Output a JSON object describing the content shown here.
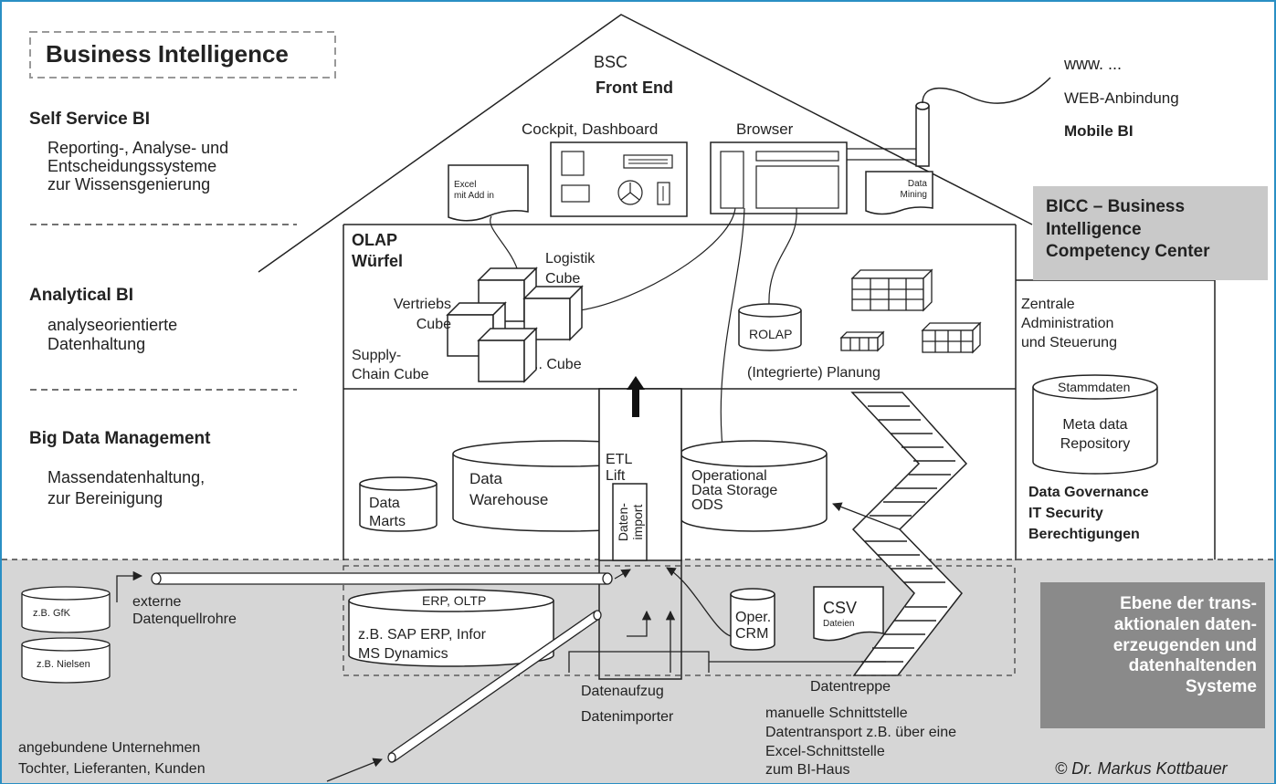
{
  "title": "Business Intelligence",
  "left": {
    "self_service": {
      "heading": "Self Service BI",
      "desc": "Reporting-, Analyse- und\nEntscheidungssysteme\nzur Wissensgenierung"
    },
    "analytical": {
      "heading": "Analytical BI",
      "desc": "analyseorientierte\nDatenhaltung"
    },
    "big_data": {
      "heading": "Big Data Management",
      "desc": "Massendatenhaltung,\nzur Bereinigung"
    }
  },
  "roof": {
    "bsc": "BSC",
    "front_end": "Front End",
    "cockpit": "Cockpit, Dashboard",
    "browser": "Browser",
    "excel": "Excel\nmit Add in",
    "data_mining": "Data\nMining"
  },
  "web": {
    "www": "www. ...",
    "anbindung": "WEB-Anbindung",
    "mobile": "Mobile BI"
  },
  "bicc": {
    "title": "BICC – Business\nIntelligence\nCompetency Center",
    "admin": "Zentrale\nAdministration\nund Steuerung",
    "stammdaten": "Stammdaten",
    "meta": "Meta data\nRepository",
    "governance": "Data Governance\nIT Security\nBerechtigungen"
  },
  "olap": {
    "title": "OLAP\nWürfel",
    "logistik": "Logistik\nCube",
    "vertriebs": "Vertriebs\nCube",
    "supply": "Supply-\nChain Cube",
    "other": ".. Cube",
    "rolap": "ROLAP",
    "planung": "(Integrierte) Planung"
  },
  "storage": {
    "data_marts": "Data\nMarts",
    "dwh": "Data\nWarehouse",
    "etl": "ETL\nLift",
    "datenimport": "Daten-\nimport",
    "ods": "Operational\nData Storage\nODS"
  },
  "basement": {
    "gfk": "z.B. GfK",
    "nielsen": "z.B. Nielsen",
    "externe": "externe\nDatenquellrohre",
    "erp_top": "ERP, OLTP",
    "erp_body": "z.B. SAP ERP,  Infor\nMS Dynamics",
    "crm": "Oper.\nCRM",
    "csv": "CSV",
    "csv_sub": "Dateien",
    "ebene": "Ebene der trans-\naktionalen daten-\nerzeugenden und\ndatenhaltenden\nSysteme",
    "datenaufzug": "Datenaufzug",
    "datenimporter": "Datenimporter",
    "datentreppe": "Datentreppe",
    "manuelle": "manuelle Schnittstelle\nDatentransport z.B. über eine\nExcel-Schnittstelle\n   zum BI-Haus",
    "angebunden": "angebundene Unternehmen\nTochter, Lieferanten,  Kunden",
    "copyright": "© Dr. Markus Kottbauer"
  },
  "colors": {
    "frame": "#2a8fc4",
    "basement": "#d6d6d6",
    "bicc_box": "#c9c9c9",
    "ebene_box": "#8a8a8a",
    "ink": "#222222"
  }
}
